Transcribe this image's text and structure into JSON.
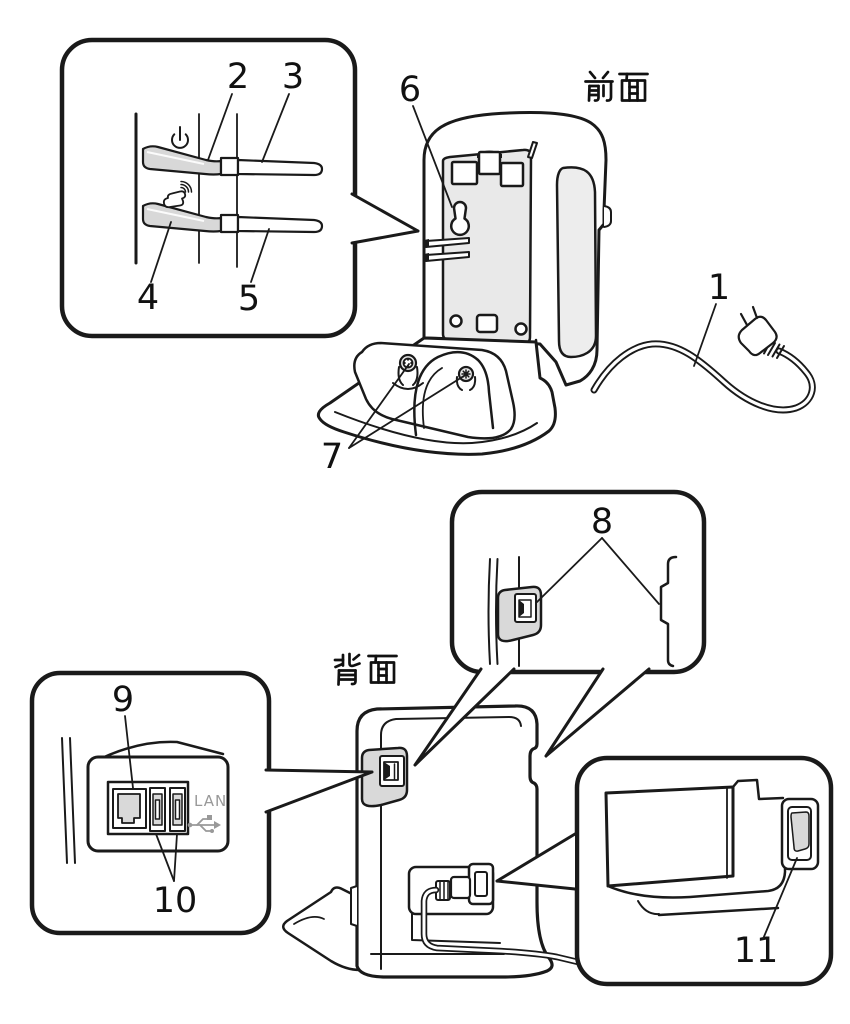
{
  "figure": {
    "front": {
      "label": "前面",
      "callouts": {
        "n1": "1",
        "n2": "2",
        "n3": "3",
        "n4": "4",
        "n5": "5",
        "n6": "6",
        "n7": "7"
      }
    },
    "back": {
      "label": "背面",
      "callouts": {
        "n8": "8",
        "n9": "9",
        "n10": "10",
        "n11": "11"
      }
    },
    "port_labels": {
      "lan": "LAN"
    },
    "icons": {
      "power": "power-standby-icon",
      "wireless": "handset-signal-icon",
      "usb": "usb-trident-icon",
      "lan_port": "rj45-port-icon",
      "keyhole": "wall-mount-keyhole"
    },
    "colors": {
      "line": "#1a1a1a",
      "panel_gray": "#e9e9e9",
      "lever_gray": "#d8d8d8",
      "block_gray": "#d9d9d9",
      "muted_text": "#999999",
      "background": "#ffffff"
    }
  }
}
